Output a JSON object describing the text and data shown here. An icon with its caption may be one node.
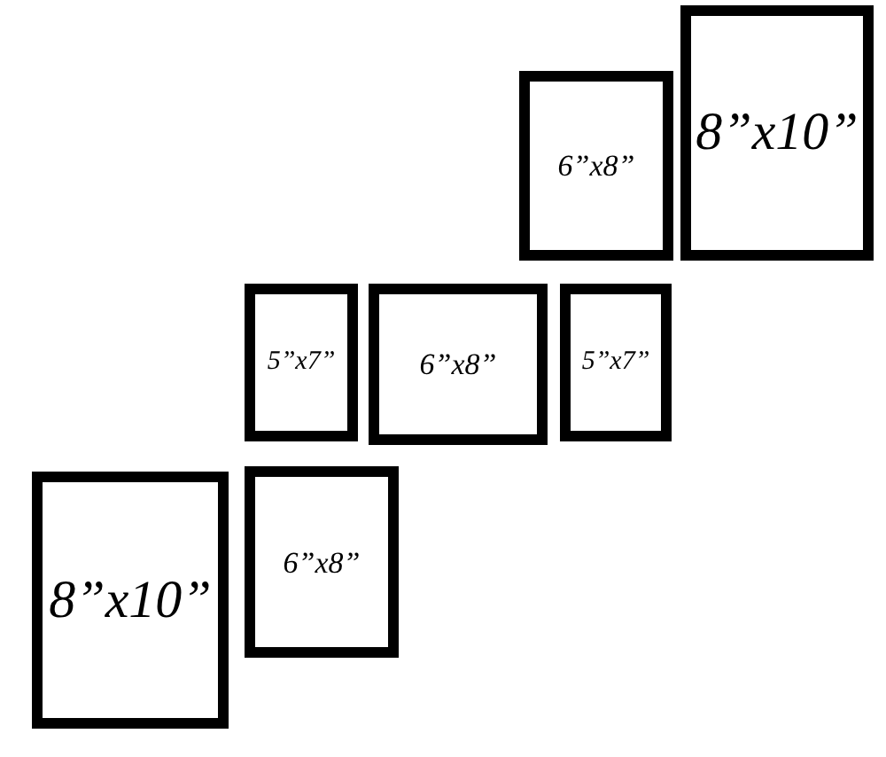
{
  "diagram": {
    "nodes": [
      {
        "text": [
          "6”x8”"
        ]
      },
      {
        "text": [
          "8”x10”"
        ]
      },
      {
        "text": [
          "5”x7”"
        ]
      },
      {
        "text": [
          "6”x8”"
        ]
      },
      {
        "text": [
          "5”x7”"
        ]
      },
      {
        "text": [
          "8”x10”"
        ]
      },
      {
        "text": [
          "6”x8”"
        ]
      }
    ]
  }
}
